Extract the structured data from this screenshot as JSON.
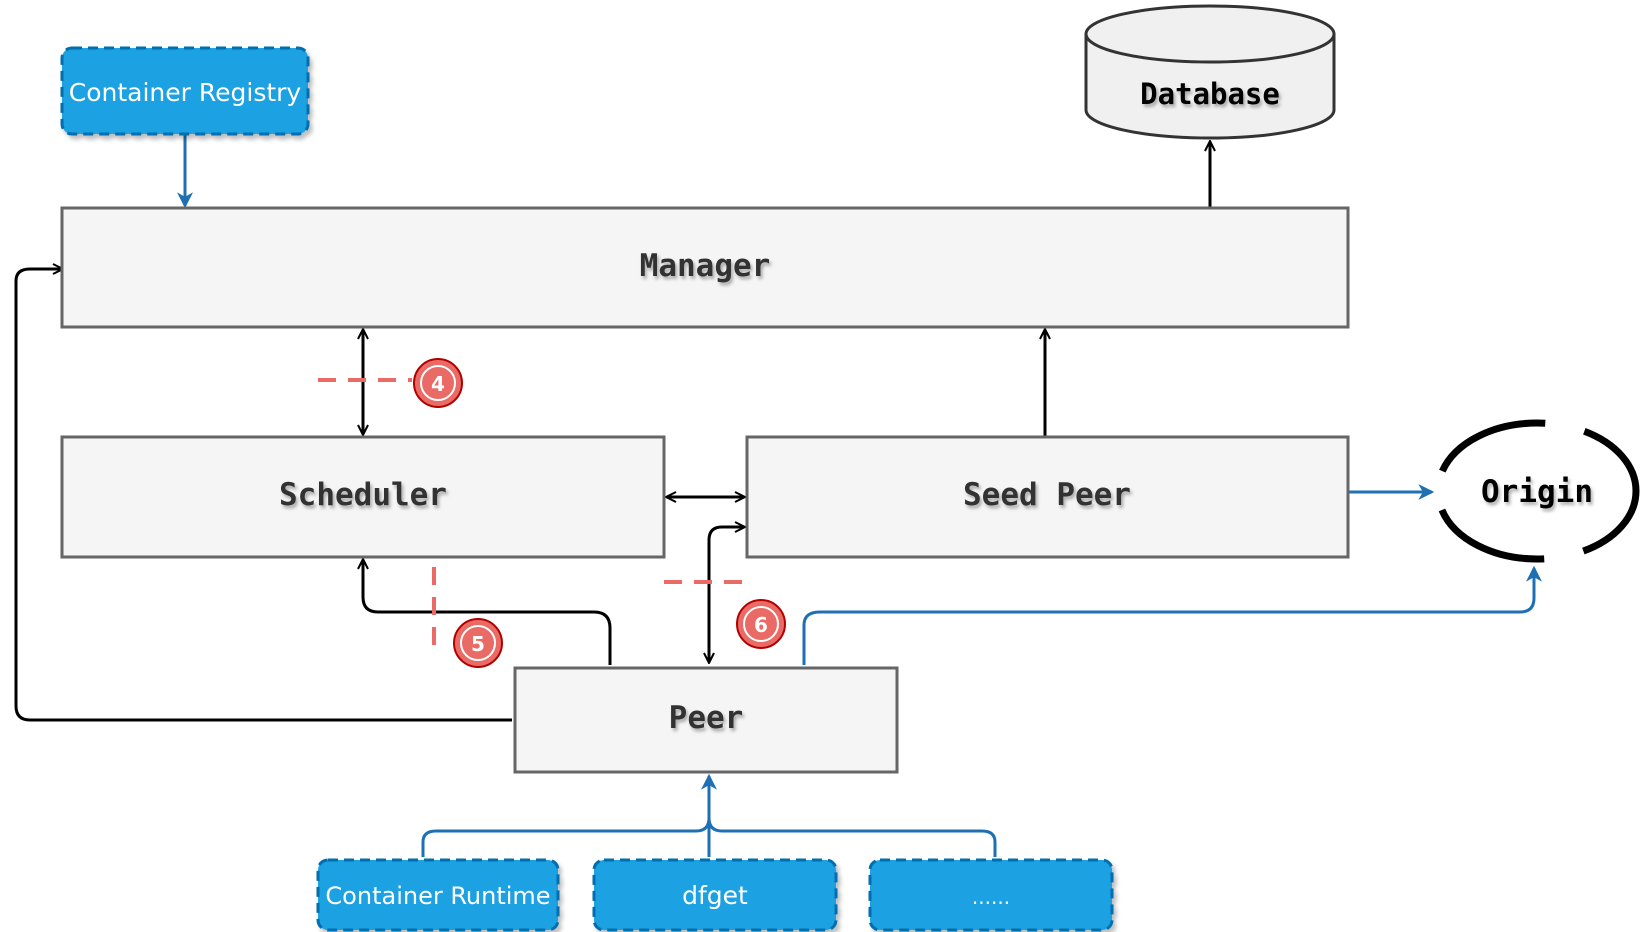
{
  "nodes": {
    "container_registry": "Container Registry",
    "database": "Database",
    "manager": "Manager",
    "scheduler": "Scheduler",
    "seed_peer": "Seed Peer",
    "origin": "Origin",
    "peer": "Peer",
    "container_runtime": "Container Runtime",
    "dfget": "dfget",
    "more": "......"
  },
  "steps": {
    "four": "4",
    "five": "5",
    "six": "6"
  },
  "colors": {
    "box_fill": "#f5f5f5",
    "box_stroke": "#666666",
    "client_fill": "#1ba1e2",
    "client_stroke": "#006eaf",
    "edge_black": "#000000",
    "edge_blue": "#1e70b3",
    "marker_fill": "#ea6b66",
    "marker_stroke": "#b20000",
    "dash_red": "#ea6b66"
  }
}
